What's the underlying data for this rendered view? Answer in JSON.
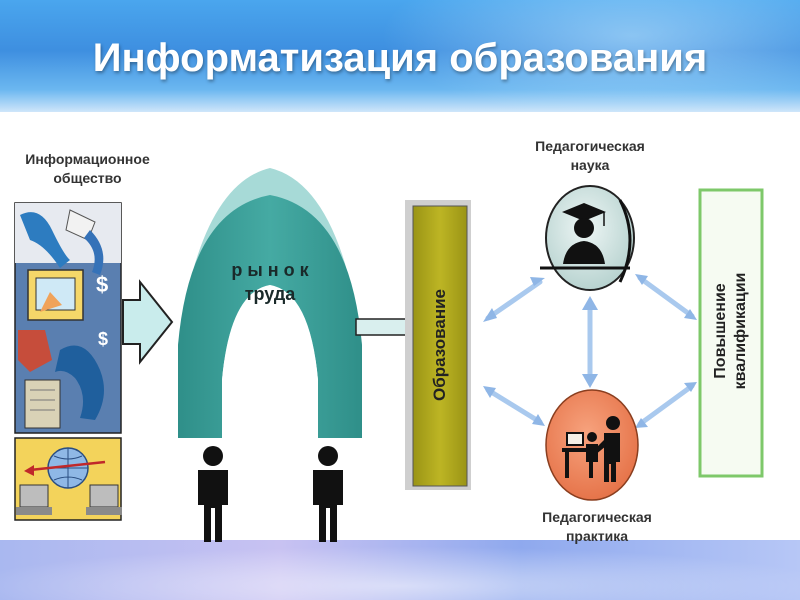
{
  "slide": {
    "title": "Информатизация образования"
  },
  "diagram": {
    "info_society": {
      "line1": "Информационное",
      "line2": "общество"
    },
    "labor_market": {
      "line1": "р ы н о к",
      "line2": "труда"
    },
    "education": "Образование",
    "ped_science": {
      "line1": "Педагогическая",
      "line2": "наука"
    },
    "ped_practice": {
      "line1": "Педагогическая",
      "line2": "практика"
    },
    "qualification": {
      "line1": "Повышение",
      "line2": "квалификации"
    }
  },
  "colors": {
    "teal": "#3a9e98",
    "teal_light": "#9fd3d0",
    "education_box": "#b3ac1f",
    "qualification_border": "#7ec86a",
    "science_circle": "#cfe0de",
    "practice_circle": "#f0895e",
    "arrow": "#a9c9ee"
  }
}
